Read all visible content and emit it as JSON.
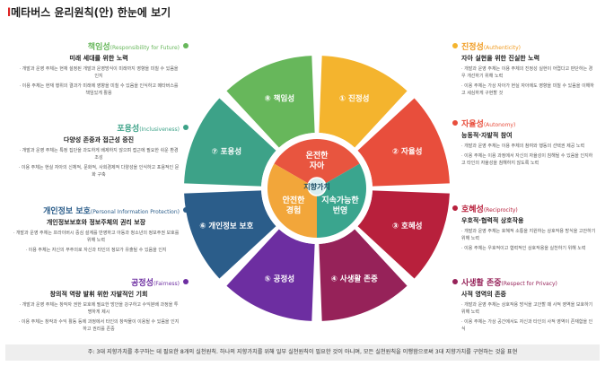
{
  "title": {
    "mark": "l",
    "text": "메타버스 윤리원칙(안) 한눈에 보기"
  },
  "center": {
    "top": "온전한\n자아",
    "left": "안전한\n경험",
    "right": "지속가능한\n번영",
    "core": "지향가치"
  },
  "segments": [
    {
      "label": "① 진정성",
      "color": "#f4b42e"
    },
    {
      "label": "② 자율성",
      "color": "#e84e3c"
    },
    {
      "label": "③ 호혜성",
      "color": "#b8203c"
    },
    {
      "label": "④ 사생활 존중",
      "color": "#962259"
    },
    {
      "label": "⑤ 공정성",
      "color": "#6d2ea1"
    },
    {
      "label": "⑥ 개인정보 보호",
      "color": "#2b5d8a"
    },
    {
      "label": "⑦ 포용성",
      "color": "#3da288"
    },
    {
      "label": "⑧ 책임성",
      "color": "#67b75b"
    }
  ],
  "principles": {
    "responsibility": {
      "name": "책임성",
      "en": "(Responsibility for Future)",
      "sub": "미래 세대를 위한 노력",
      "p1": "· 개발과 운영 주체는 현재 설정된 개발과 운영방식이 미래까지 영향을 미칠 수 있음을 인지",
      "p2": "· 이용 주체는 현재 행위의 결과가 미래에 영향을 미칠 수 있음을 인식하고 메타버스를 책임있게 활용"
    },
    "inclusiveness": {
      "name": "포용성",
      "en": "(Inclusiveness)",
      "sub": "다양성 존중과 접근성 증진",
      "p1": "· 개발과 운영 주체는 특정 집단을 과도하게 배제하지 않으며 접근에 필요한 쉬운 환경 조성",
      "p2": "· 이용 주체는 현실 자아의 신체적, 문화적, 사회경제적 다양성을 인식하고 포용적인 문화 구축"
    },
    "privacy_info": {
      "name": "개인정보 보호",
      "en": "(Personal Information Protection)",
      "sub": "개인정보보호와 정보주체의 권리 보장",
      "p1": "· 개발과 운영 주체는 프라이버시 중심 설계를 반영하고 아동과 청소년의 정보주권 보호를 위해 노력",
      "p2": "· 이용 주체는 자신의 부주의로 자신과 타인의 정보가 유출될 수 있음을 인지"
    },
    "fairness": {
      "name": "공정성",
      "en": "(Fairness)",
      "sub": "창의적 역량 발휘 위한 자발적인 기회",
      "p1": "· 개발과 운영 주체는 창작자 권한 보호에 필요한 방안을 강구하고 수익분배 과정을 투명하게 제시",
      "p2": "· 이용 주체는 창작과 수익 활동 등에 과정에서 타인의 창작물이 이용될 수 있음을 인지하고 권리를 존중"
    },
    "authenticity": {
      "name": "진정성",
      "en": "(Authenticity)",
      "sub": "자아 실현을 위한 진실한 노력",
      "p1": "· 개발과 운영 주체는 이용 주체의 진정성 실현이 어렵다고 판단하는 경우 개선하기 위해 노력",
      "p2": "· 이용 주체는 가상 자아가 현실 자아에도 영향을 미칠 수 있음을 이해하고 세심하게 구현할 것"
    },
    "autonomy": {
      "name": "자율성",
      "en": "(Autonomy)",
      "sub": "능동적·자발적 참여",
      "p1": "· 개발과 운영 주체는 이용 주체의 참여와 행동의 선택권 제공 노력",
      "p2": "· 이용 주체는 이용 과정에서 자신의 자율성이 침해될 수 있음을 인지하고 타인의 자율성을 침해하지 않도록 노력"
    },
    "reciprocity": {
      "name": "호혜성",
      "en": "(Reciprocity)",
      "sub": "우호적·협력적 상호작용",
      "p1": "· 개발과 운영 주체는 호혜적 소통을 지원하는 상호작용 방식을 고안하기 위해 노력",
      "p2": "· 이용 주체는 우호적이고 협력적인 상호작용을 실천하기 위해 노력"
    },
    "privacy": {
      "name": "사생활 존중",
      "en": "(Respect for Privacy)",
      "sub": "사적 영역의 존중",
      "p1": "· 개발과 운영 주체는 상호작용 방식을 고안할 때 사적 영역을 보호하기 위해 노력",
      "p2": "· 이용 주체는 가상 공간에서도 자신과 타인의 사적 영역이 존재함을 인식"
    }
  },
  "footnote": "주: 3대 지향가치를 추구하는 데 필요한 8개의 실천원칙. 하나의 지향가치를 위해 일부 실천원칙이 필요한 것이 아니며, 모든 실천원칙을 이행함으로써 3대 지향가치를 구현하는 것을 표현"
}
